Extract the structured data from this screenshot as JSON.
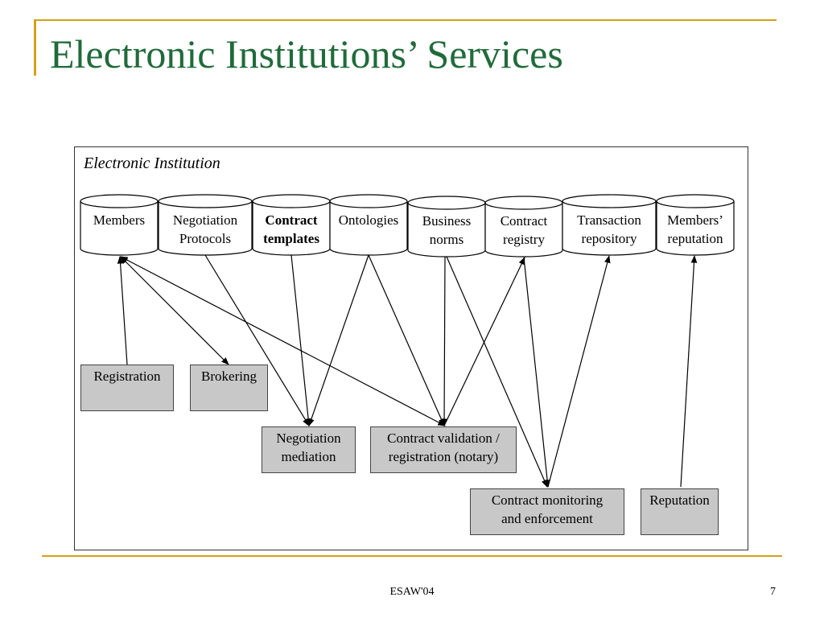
{
  "slide": {
    "title": "Electronic Institutions’ Services",
    "frame_label": "Electronic Institution",
    "footer": "ESAW'04",
    "page_number": "7"
  },
  "repositories": [
    {
      "id": "members",
      "lines": [
        "Members",
        ""
      ]
    },
    {
      "id": "negotiation-protocols",
      "lines": [
        "Negotiation",
        "Protocols"
      ]
    },
    {
      "id": "contract-templates",
      "lines": [
        "Contract",
        "templates"
      ]
    },
    {
      "id": "ontologies",
      "lines": [
        "Ontologies",
        ""
      ]
    },
    {
      "id": "business-norms",
      "lines": [
        "Business",
        "norms"
      ]
    },
    {
      "id": "contract-registry",
      "lines": [
        "Contract",
        "registry"
      ]
    },
    {
      "id": "transaction-repository",
      "lines": [
        "Transaction",
        "repository"
      ]
    },
    {
      "id": "members-reputation",
      "lines": [
        "Members’",
        "reputation"
      ]
    }
  ],
  "services": [
    {
      "id": "registration",
      "lines": [
        "Registration",
        ""
      ]
    },
    {
      "id": "brokering",
      "lines": [
        "Brokering",
        ""
      ]
    },
    {
      "id": "negotiation-mediation",
      "lines": [
        "Negotiation",
        "mediation"
      ]
    },
    {
      "id": "contract-validation",
      "lines": [
        "Contract validation /",
        "registration (notary)"
      ]
    },
    {
      "id": "contract-monitoring",
      "lines": [
        "Contract monitoring",
        "and enforcement"
      ]
    },
    {
      "id": "reputation",
      "lines": [
        "Reputation",
        ""
      ]
    }
  ],
  "colors": {
    "title": "#1f6b3a",
    "accent": "#d4a017",
    "service_fill": "#c8c8c8"
  }
}
